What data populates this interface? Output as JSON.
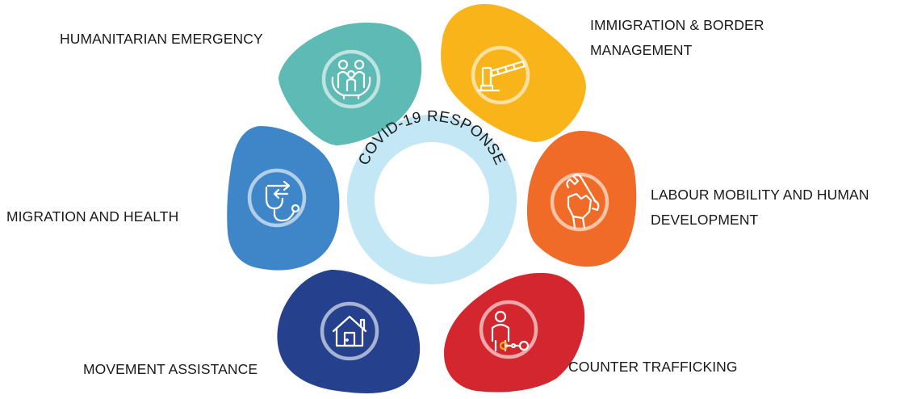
{
  "center": {
    "title": "COVID-19 RESPONSE"
  },
  "segments": [
    {
      "id": "humanitarian",
      "label_lines": [
        "HUMANITARIAN EMERGENCY"
      ],
      "icon": "family-care-icon",
      "color": "#5DBAB4"
    },
    {
      "id": "immigration",
      "label_lines": [
        "IMMIGRATION & BORDER",
        "MANAGEMENT"
      ],
      "icon": "border-barrier-icon",
      "color": "#F9B41A"
    },
    {
      "id": "labour",
      "label_lines": [
        "LABOUR MOBILITY AND HUMAN",
        "DEVELOPMENT"
      ],
      "icon": "fist-wrench-icon",
      "color": "#EF6B27"
    },
    {
      "id": "counter",
      "label_lines": [
        "COUNTER TRAFFICKING"
      ],
      "icon": "chained-person-icon",
      "color": "#D3262F"
    },
    {
      "id": "movement",
      "label_lines": [
        "MOVEMENT ASSISTANCE"
      ],
      "icon": "house-icon",
      "color": "#25418E"
    },
    {
      "id": "migration_health",
      "label_lines": [
        "MIGRATION AND HEALTH"
      ],
      "icon": "stethoscope-arrows-icon",
      "color": "#3F86C8"
    }
  ],
  "colors": {
    "center_ring": "#C3E7F4",
    "icon_ring": "#ffffff",
    "label_text": "#1a1a1a"
  }
}
